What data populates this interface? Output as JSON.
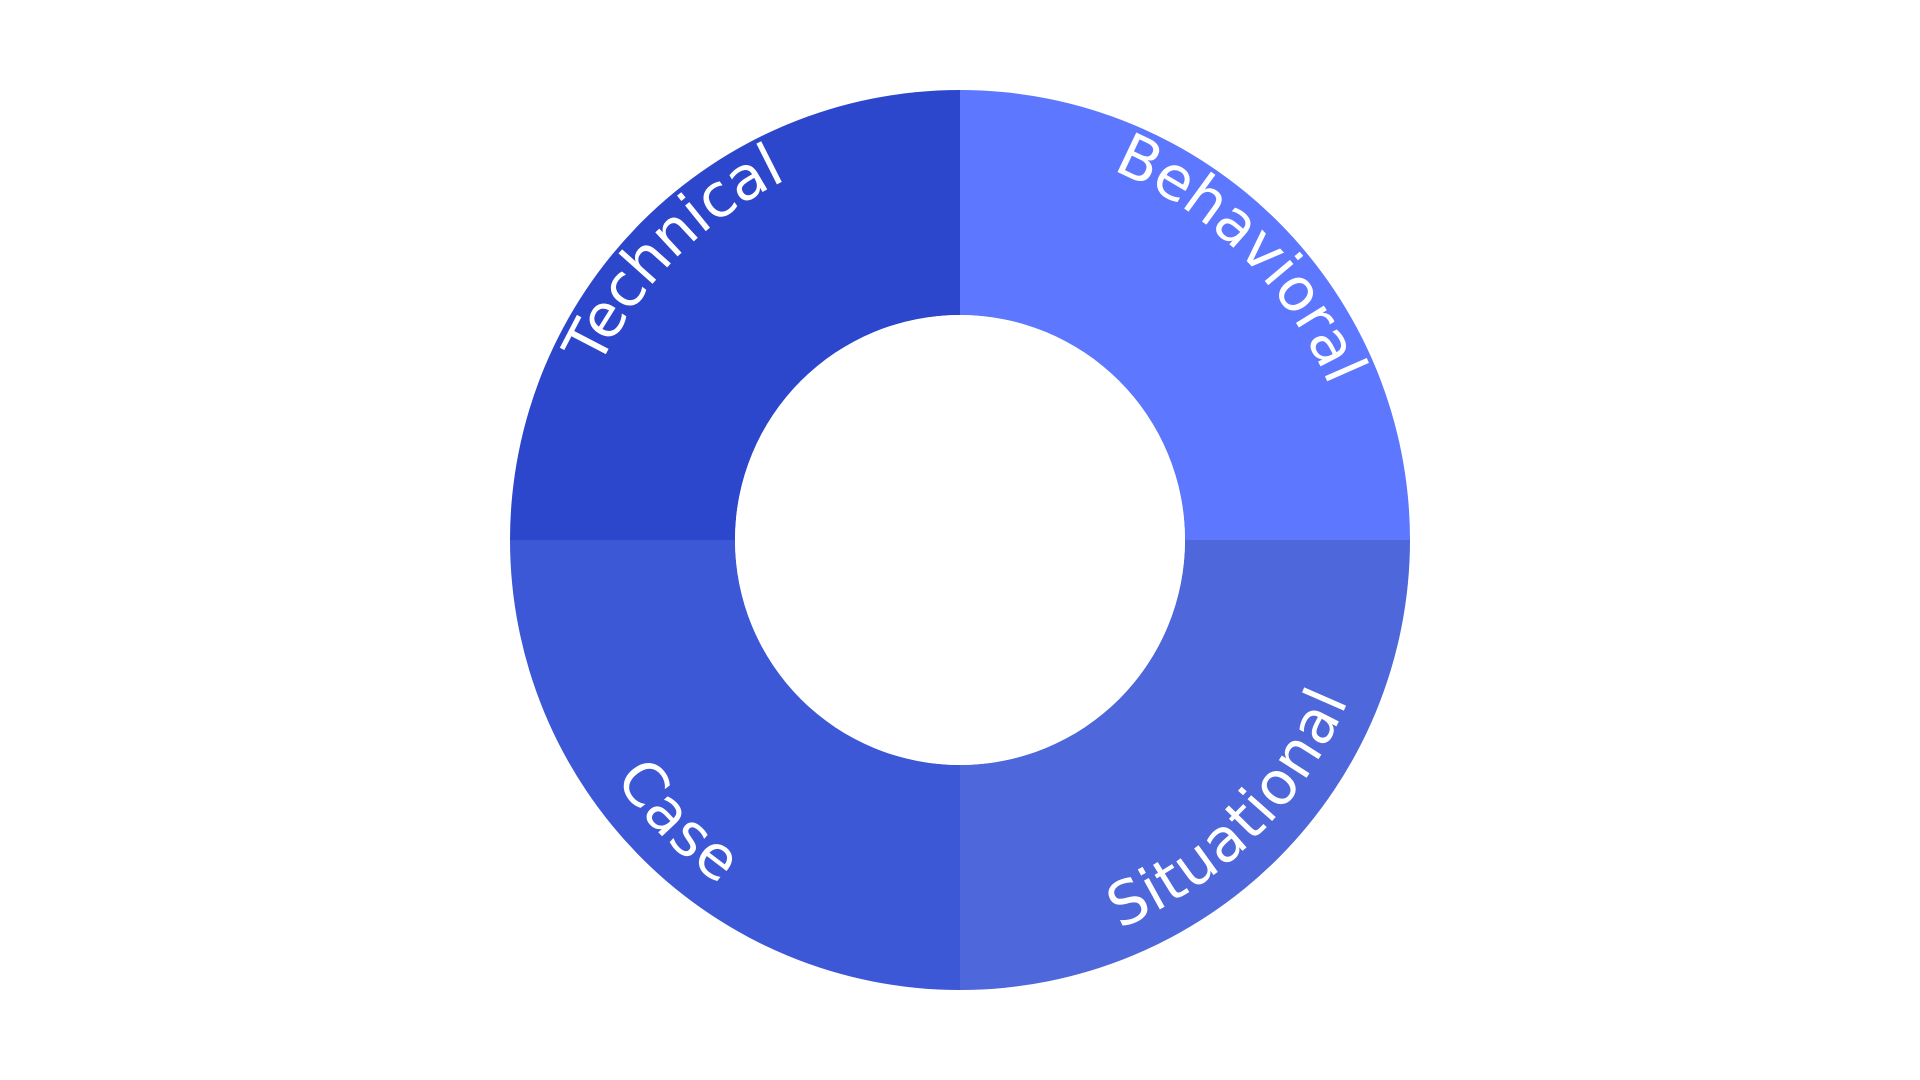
{
  "diagram": {
    "type": "donut-quadrants",
    "segments": [
      {
        "id": "technical",
        "label": "Technical",
        "color": "#2c47cc"
      },
      {
        "id": "behavioral",
        "label": "Behavioral",
        "color": "#5d78fe"
      },
      {
        "id": "situational",
        "label": "Situational",
        "color": "#4e67da"
      },
      {
        "id": "case",
        "label": "Case",
        "color": "#3d58d6"
      }
    ],
    "center_color": "#ffffff"
  }
}
